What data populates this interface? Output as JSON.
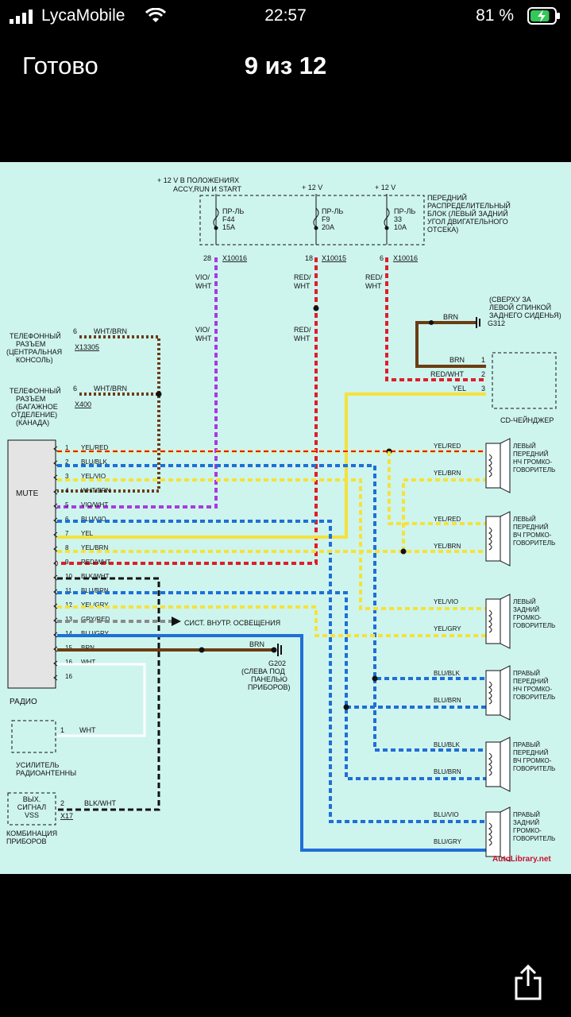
{
  "status": {
    "carrier": "LycaMobile",
    "time": "22:57",
    "battery": "81 %",
    "battery_level": 0.81
  },
  "nav": {
    "done_label": "Готово",
    "title": "9 из 12"
  },
  "icons": {
    "signal": "signal-icon",
    "wifi": "wifi-icon",
    "battery": "battery-charging-icon",
    "share": "share-icon"
  },
  "diagram": {
    "top_labels": {
      "accy_line1": "+ 12 V В ПОЛОЖЕНИЯХ",
      "accy_line2": "ACCY,RUN И START",
      "v12_a": "+ 12 V",
      "v12_b": "+ 12 V"
    },
    "fuses": [
      {
        "l1": "ПР-ЛЬ",
        "l2": "F44",
        "l3": "15A",
        "pin": "28",
        "conn": "X10016"
      },
      {
        "l1": "ПР-ЛЬ",
        "l2": "F9",
        "l3": "20A",
        "pin": "18",
        "conn": "X10015"
      },
      {
        "l1": "ПР-ЛЬ",
        "l2": "33",
        "l3": "10A",
        "pin": "6",
        "conn": "X10016"
      }
    ],
    "fuse_block": [
      "ПЕРЕДНИЙ",
      "РАСПРЕДЕЛИТЕЛЬНЫЙ",
      "БЛОК (ЛЕВЫЙ ЗАДНИЙ",
      "УГОЛ ДВИГАТЕЛЬНОГО",
      "ОТСЕКА)"
    ],
    "ground_top": {
      "lines": [
        "(СВЕРХУ ЗА",
        "ЛЕВОЙ СПИНКОЙ",
        "ЗАДНЕГО СИДЕНЬЯ)"
      ],
      "wire": "BRN",
      "id": "G312"
    },
    "wire_labels": {
      "vio": "VIO/",
      "wht": "WHT",
      "red": "RED/",
      "wht2": "WHT"
    },
    "phone1": {
      "lines": [
        "ТЕЛЕФОННЫЙ",
        "РАЗЪЕМ",
        "(ЦЕНТРАЛЬНАЯ",
        "КОНСОЛЬ)"
      ],
      "pin": "6",
      "wire": "WHT/BRN",
      "conn": "X13305"
    },
    "phone2": {
      "lines": [
        "ТЕЛЕФОННЫЙ",
        "РАЗЪЕМ",
        "(БАГАЖНОЕ",
        "ОТДЕЛЕНИЕ)",
        "(КАНАДА)"
      ],
      "pin": "6",
      "wire": "WHT/BRN",
      "conn": "X400"
    },
    "cd": {
      "pins": [
        {
          "n": "1",
          "w": "BRN"
        },
        {
          "n": "2",
          "w": "RED/WHT"
        },
        {
          "n": "3",
          "w": "YEL"
        }
      ],
      "label": "CD-ЧЕЙНДЖЕР"
    },
    "radio": {
      "mute": "MUTE",
      "label": "РАДИО",
      "pins": [
        {
          "n": "1",
          "w": "YEL/RED"
        },
        {
          "n": "2",
          "w": "BLU/BLK"
        },
        {
          "n": "3",
          "w": "YEL/VIO"
        },
        {
          "n": "4",
          "w": "WHT/BRN"
        },
        {
          "n": "5",
          "w": "VIO/WHT"
        },
        {
          "n": "6",
          "w": "BLU/VIO"
        },
        {
          "n": "7",
          "w": "YEL"
        },
        {
          "n": "8",
          "w": "YEL/BRN"
        },
        {
          "n": "9",
          "w": "RED/WHT"
        },
        {
          "n": "10",
          "w": "BLK/WHT"
        },
        {
          "n": "11",
          "w": "BLU/BRN"
        },
        {
          "n": "12",
          "w": "YEL/GRY"
        },
        {
          "n": "13",
          "w": "GRY/RED"
        },
        {
          "n": "14",
          "w": "BLU/GRY"
        },
        {
          "n": "15",
          "w": "BRN"
        },
        {
          "n": "16",
          "w": "WHT"
        },
        {
          "n": "16",
          "w": ""
        }
      ]
    },
    "lighting": "СИСТ. ВНУТР. ОСВЕЩЕНИЯ",
    "g202": {
      "wire": "BRN",
      "lines": [
        "G202",
        "(СЛЕВА ПОД",
        "ПАНЕЛЬЮ",
        "ПРИБОРОВ)"
      ]
    },
    "antenna": {
      "pin": "1",
      "wire": "WHT",
      "lines": [
        "УСИЛИТЕЛЬ",
        "РАДИОАНТЕННЫ"
      ]
    },
    "cluster": {
      "box": [
        "ВЫХ.",
        "СИГНАЛ",
        "VSS"
      ],
      "pin": "2",
      "wire": "BLK/WHT",
      "conn": "X17",
      "lines": [
        "КОМБИНАЦИЯ",
        "ПРИБОРОВ"
      ]
    },
    "speakers": [
      {
        "w1": "YEL/RED",
        "w2": "YEL/BRN",
        "lines": [
          "ЛЕВЫЙ",
          "ПЕРЕДНИЙ",
          "НЧ ГРОМКО-",
          "ГОВОРИТЕЛЬ"
        ]
      },
      {
        "w1": "YEL/RED",
        "w2": "YEL/BRN",
        "lines": [
          "ЛЕВЫЙ",
          "ПЕРЕДНИЙ",
          "ВЧ ГРОМКО-",
          "ГОВОРИТЕЛЬ"
        ]
      },
      {
        "w1": "YEL/VIO",
        "w2": "YEL/GRY",
        "lines": [
          "ЛЕВЫЙ",
          "ЗАДНИЙ",
          "ГРОМКО-",
          "ГОВОРИТЕЛЬ"
        ]
      },
      {
        "w1": "BLU/BLK",
        "w2": "BLU/BRN",
        "lines": [
          "ПРАВЫЙ",
          "ПЕРЕДНИЙ",
          "НЧ ГРОМКО-",
          "ГОВОРИТЕЛЬ"
        ]
      },
      {
        "w1": "BLU/BLK",
        "w2": "BLU/BRN",
        "lines": [
          "ПРАВЫЙ",
          "ПЕРЕДНИЙ",
          "ВЧ ГРОМКО-",
          "ГОВОРИТЕЛЬ"
        ]
      },
      {
        "w1": "BLU/VIO",
        "w2": "BLU/GRY",
        "lines": [
          "ПРАВЫЙ",
          "ЗАДНИЙ",
          "ГРОМКО-",
          "ГОВОРИТЕЛЬ"
        ]
      }
    ],
    "watermark": "AutoLibrary.net",
    "colors": {
      "yellow": "#f5e23a",
      "red": "#e11d2a",
      "blue": "#1f6fd6",
      "violet": "#a83be0",
      "brown": "#6b3d12",
      "black": "#111111",
      "white": "#ffffff",
      "gray": "#8a8a8a"
    }
  }
}
